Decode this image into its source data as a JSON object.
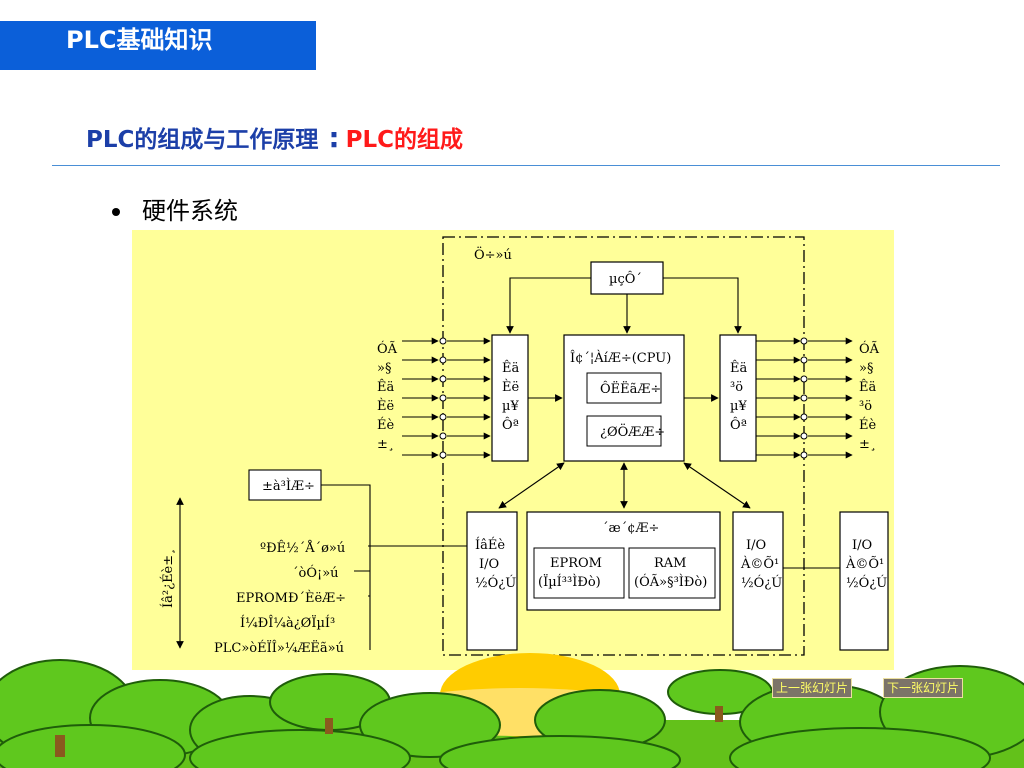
{
  "header": {
    "section_title": "PLC基础知识"
  },
  "slide": {
    "heading_main": "PLC的组成与工作原理",
    "heading_colon": ":",
    "heading_sub": "PLC的组成",
    "bullet": "硬件系统"
  },
  "diagram": {
    "host_label": "Ö÷»ú",
    "power_label": "µçÔ´",
    "cpu_label": "Î¢´¦ÀíÆ÷(CPU)",
    "arith_label": "ÔËËãÆ÷",
    "ctrl_label": "¿ØÖÆÆ÷",
    "input_unit": [
      "Êä",
      "Èë",
      "µ¥",
      "Ôª"
    ],
    "output_unit": [
      "Êä",
      "³ö",
      "µ¥",
      "Ôª"
    ],
    "input_device": [
      "ÓÃ",
      "»§",
      "Êä",
      "Èë",
      "Éè",
      "±¸"
    ],
    "output_device": [
      "ÓÃ",
      "»§",
      "Êä",
      "³ö",
      "Éè",
      "±¸"
    ],
    "memory_label": "´æ´¢Æ÷",
    "eprom_label": "EPROM",
    "eprom_sub": "(ÏµÍ³³ÌÐò)",
    "ram_label": "RAM",
    "ram_sub": "(ÓÃ»§³ÌÐò)",
    "ext_io": [
      "ÍâÉè",
      "I/O",
      "½Ó¿Ú"
    ],
    "io_exp": [
      "I/O",
      "À©Õ¹",
      "½Ó¿Ú"
    ],
    "io_exp2": [
      "I/O",
      "À©Õ¹",
      "½Ó¿Ú"
    ],
    "programmer_label": "±à³ÌÆ÷",
    "peripherals": [
      "ºÐÊ½´Å´ø»ú",
      "´òÓ¡»ú",
      "EPROMÐ´ÈëÆ÷",
      "Í¼ÐÎ¼à¿ØÏµÍ³",
      "PLC»òÉÏÎ»¼ÆËã»ú"
    ],
    "ext_device_vertical": "Íâ²¿Éè±¸"
  },
  "navigation": {
    "prev_label": "上一张幻灯片",
    "next_label": "下一张幻灯片"
  },
  "colors": {
    "title_bar": "#0b5fd9",
    "heading_blue": "#1c3fa8",
    "heading_red": "#ff1a1a",
    "diagram_bg": "#ffff99",
    "tree_green": "#5fc81e"
  }
}
